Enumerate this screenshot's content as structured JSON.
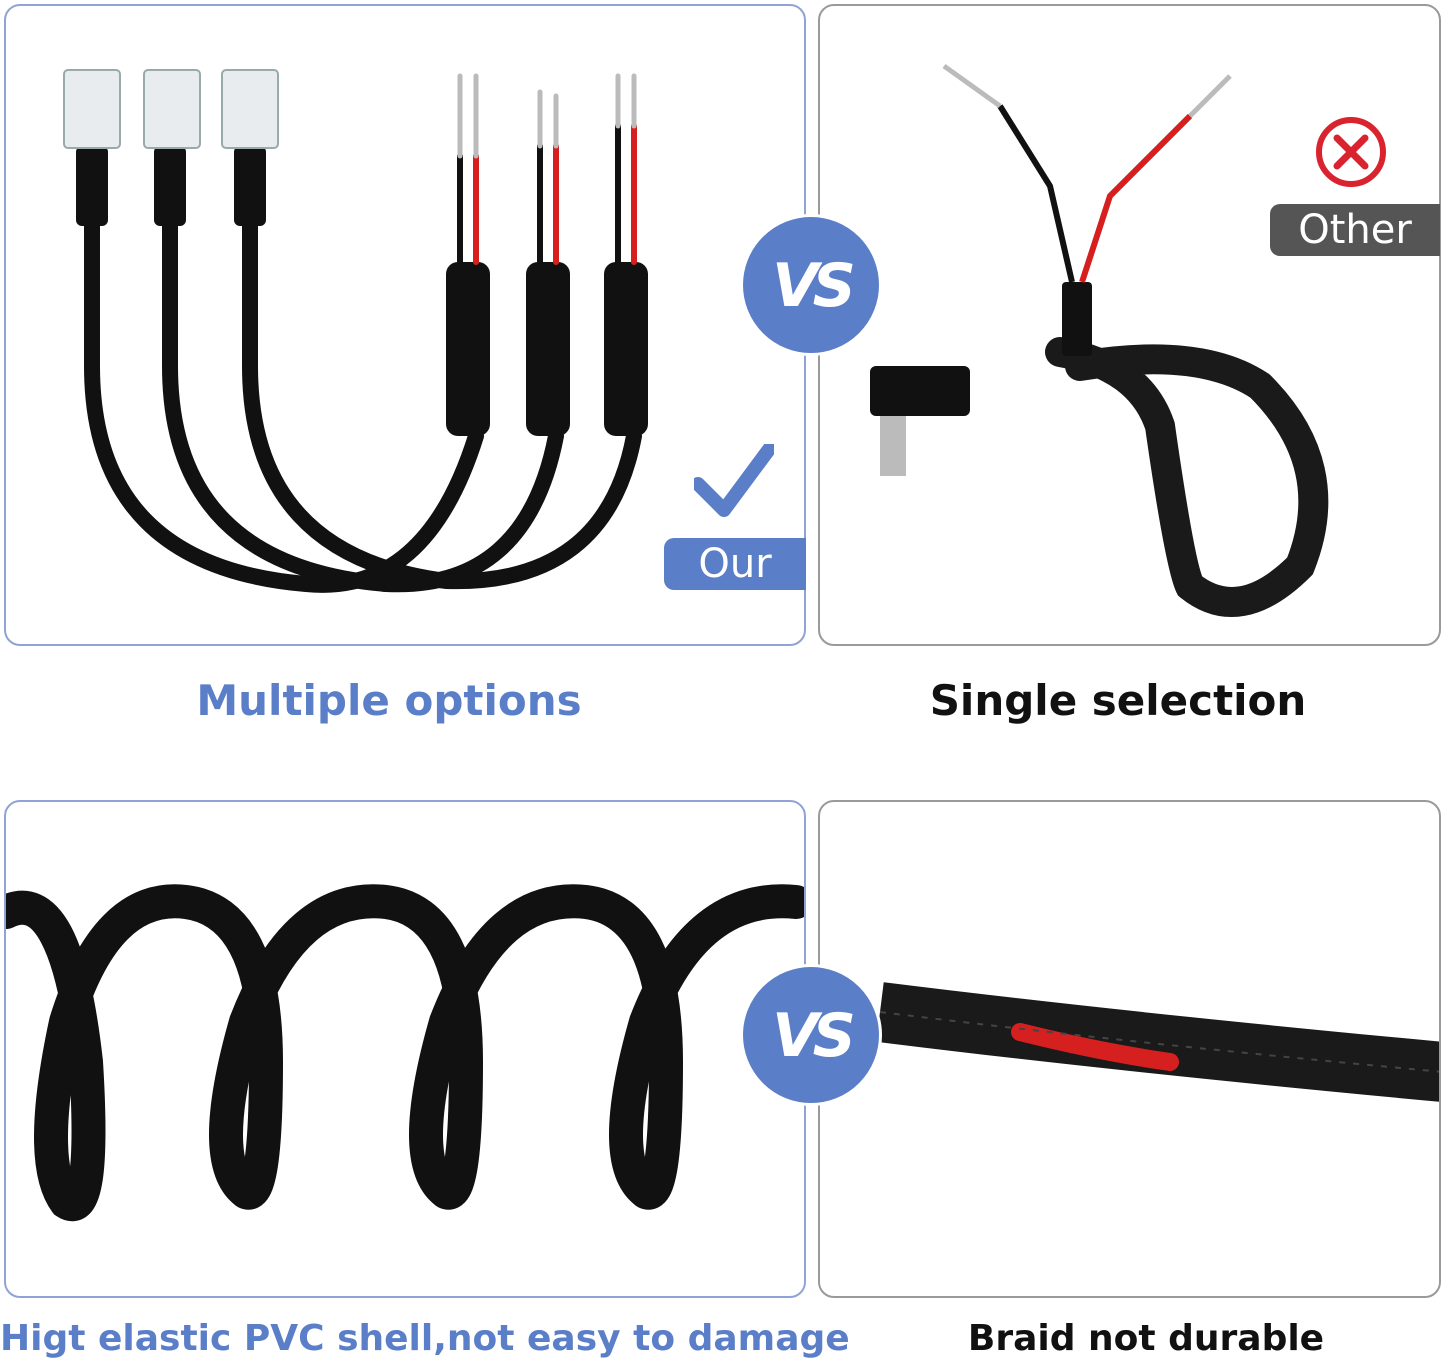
{
  "comparison": {
    "ours": {
      "badge": "Our",
      "caption_top": "Multiple options",
      "caption_bottom": "Higt elastic PVC shell,not easy to damage"
    },
    "other": {
      "badge": "Other",
      "caption_top": "Single selection",
      "caption_bottom": "Braid not durable"
    },
    "vs_label": "VS"
  },
  "colors": {
    "accent_blue": "#5b7ec8",
    "other_gray": "#555555",
    "x_red": "#d9232e"
  },
  "icons": [
    "check-icon",
    "x-circle-icon",
    "vs-badge"
  ]
}
